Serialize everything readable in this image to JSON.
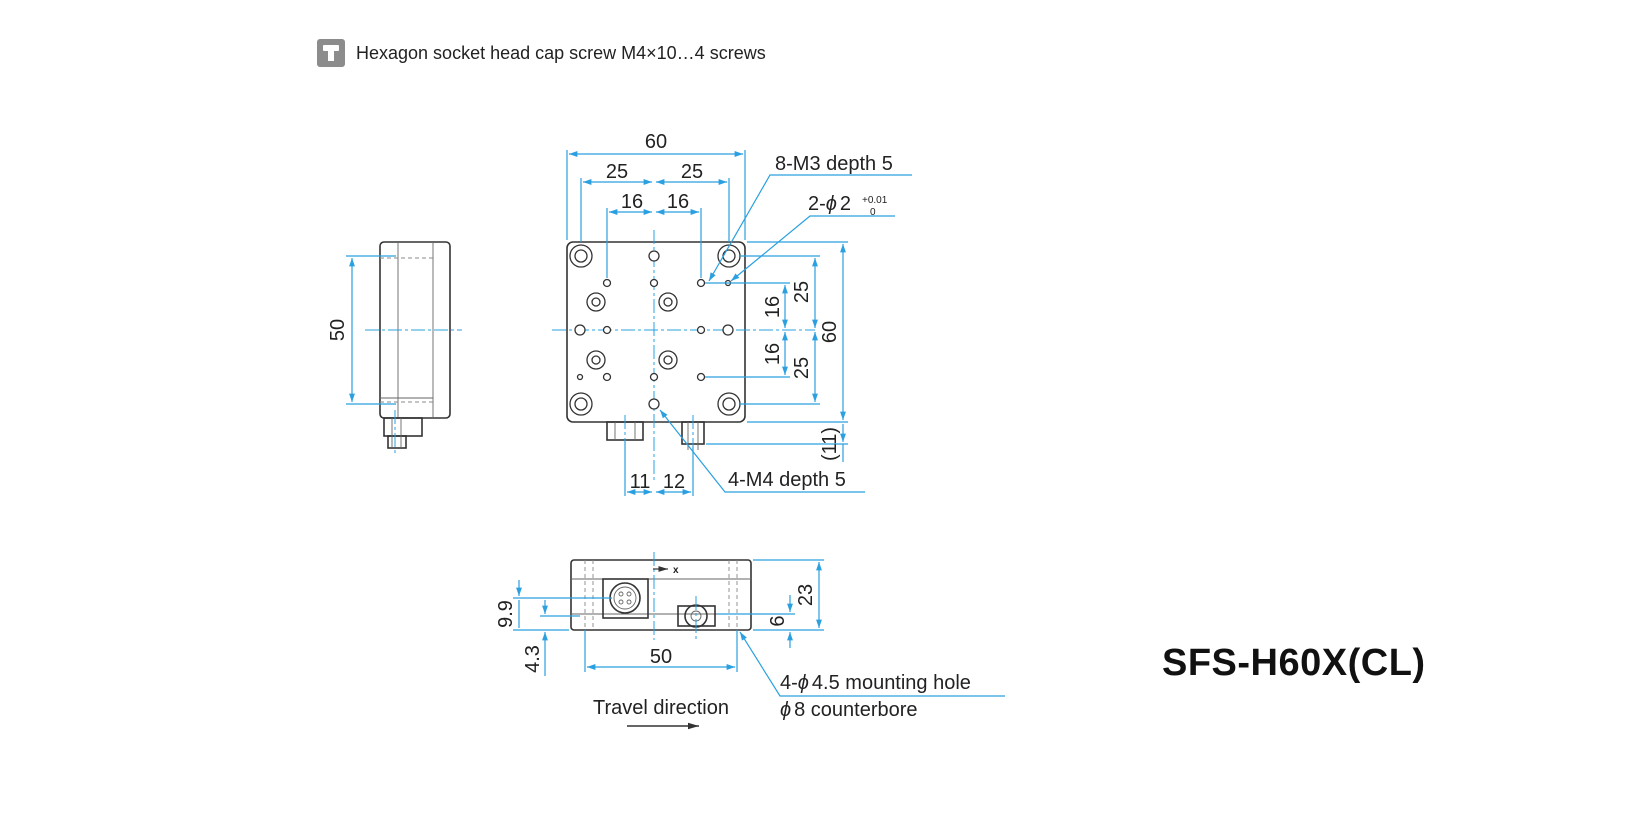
{
  "note": {
    "icon": "t-handle-icon",
    "text": "Hexagon socket head cap screw M4×10…4 screws"
  },
  "model_name": "SFS-H60X(CL)",
  "dimensions": {
    "top_width": "60",
    "top_half_left": "25",
    "top_half_right": "25",
    "top_inner_left": "16",
    "top_inner_right": "16",
    "right_total": "60",
    "right_upper": "25",
    "right_lower": "25",
    "right_inner_upper": "16",
    "right_inner_lower": "16",
    "right_ref": "(11)",
    "bottom_left": "11",
    "bottom_right": "12",
    "side_height": "50",
    "front_width": "50",
    "front_total_height": "23",
    "front_small_height": "6",
    "front_left_upper": "9.9",
    "front_left_lower": "4.3"
  },
  "callouts": {
    "m3": "8-M3 depth 5",
    "pin_prefix": "2-",
    "pin_phi": "ϕ",
    "pin_size": "2",
    "pin_tol_upper": "+0.01",
    "pin_tol_lower": "0",
    "m4": "4-M4 depth 5",
    "mount_prefix": "4-",
    "mount_phi": "ϕ",
    "mount_rest": "4.5 mounting hole",
    "cbore_phi": "ϕ",
    "cbore_rest": "8 counterbore",
    "axis_label": "x"
  },
  "travel": {
    "label": "Travel direction"
  }
}
